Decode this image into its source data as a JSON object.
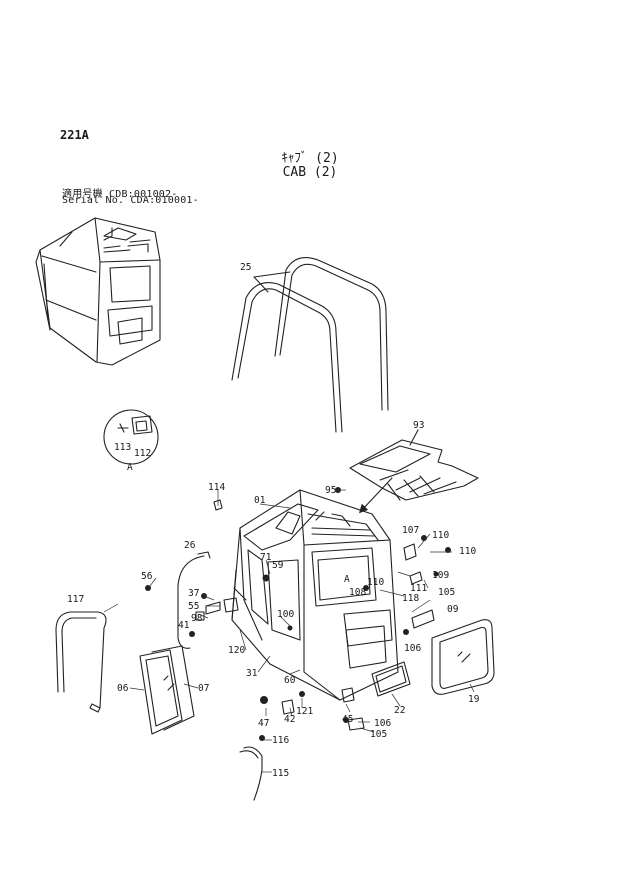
{
  "header": {
    "page_code": "221A",
    "title_jp": "ｷｬﾌﾞ (2)",
    "title_en": "CAB (2)",
    "applicable_models_jp": "適用号機 CDB:001002-",
    "serial_no": "Serial No. CDA:010001-"
  },
  "detail_view": {
    "label": "A"
  },
  "callouts": [
    {
      "id": "25"
    },
    {
      "id": "93"
    },
    {
      "id": "113"
    },
    {
      "id": "112"
    },
    {
      "id": "A"
    },
    {
      "id": "114"
    },
    {
      "id": "01"
    },
    {
      "id": "95"
    },
    {
      "id": "26"
    },
    {
      "id": "71"
    },
    {
      "id": "59"
    },
    {
      "id": "107"
    },
    {
      "id": "110"
    },
    {
      "id": "110"
    },
    {
      "id": "56"
    },
    {
      "id": "37"
    },
    {
      "id": "A"
    },
    {
      "id": "110"
    },
    {
      "id": "109"
    },
    {
      "id": "111"
    },
    {
      "id": "108"
    },
    {
      "id": "118"
    },
    {
      "id": "105"
    },
    {
      "id": "55"
    },
    {
      "id": "100"
    },
    {
      "id": "09"
    },
    {
      "id": "117"
    },
    {
      "id": "41"
    },
    {
      "id": "98"
    },
    {
      "id": "106"
    },
    {
      "id": "120"
    },
    {
      "id": "31"
    },
    {
      "id": "06"
    },
    {
      "id": "07"
    },
    {
      "id": "60"
    },
    {
      "id": "19"
    },
    {
      "id": "22"
    },
    {
      "id": "47"
    },
    {
      "id": "42"
    },
    {
      "id": "121"
    },
    {
      "id": "45"
    },
    {
      "id": "106"
    },
    {
      "id": "105"
    },
    {
      "id": "116"
    },
    {
      "id": "115"
    }
  ],
  "icons": [
    "cab-assembly-icon",
    "window-seal-icon",
    "bolt-icon",
    "clip-icon",
    "glass-panel-icon",
    "roof-sheet-icon"
  ]
}
